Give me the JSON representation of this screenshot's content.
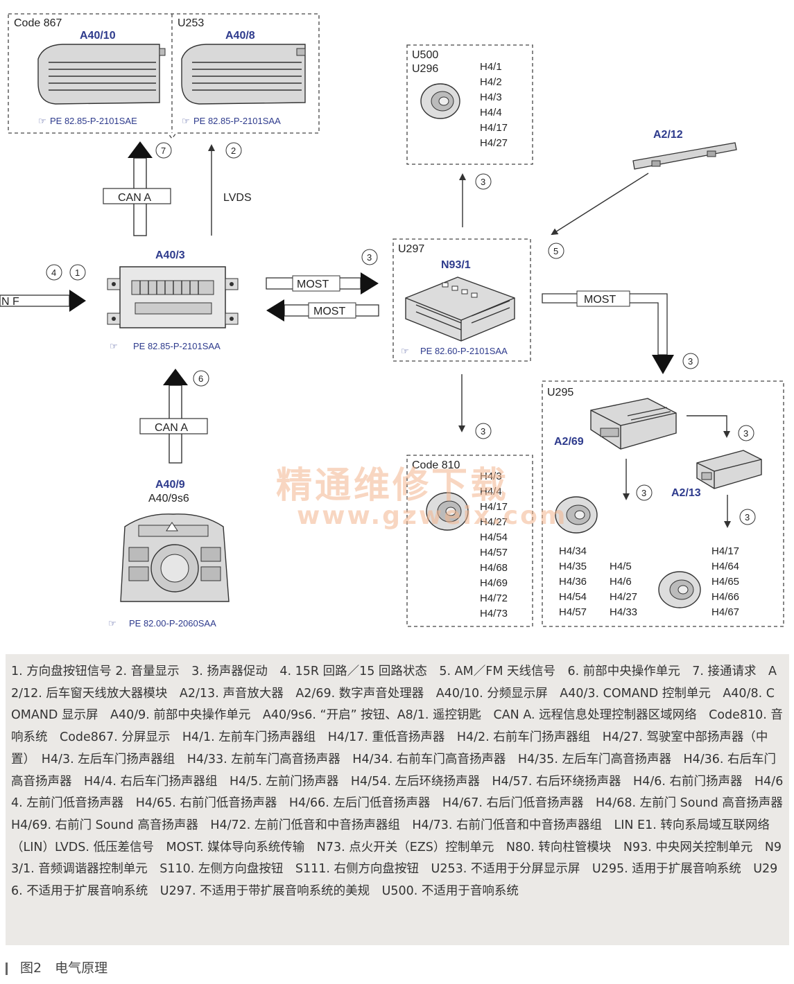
{
  "groups": {
    "code867": "Code 867",
    "u253": "U253",
    "u500": "U500",
    "u296": "U296",
    "u297": "U297",
    "u295": "U295",
    "code810": "Code 810"
  },
  "components": {
    "a40_10": "A40/10",
    "a40_8": "A40/8",
    "a40_3": "A40/3",
    "a40_9": "A40/9",
    "a40_9s6": "A40/9s6",
    "n93_1": "N93/1",
    "a2_12": "A2/12",
    "a2_69": "A2/69",
    "a2_13": "A2/13"
  },
  "refs": {
    "a40_10": "PE 82.85-P-2101SAE",
    "a40_8": "PE 82.85-P-2101SAA",
    "a40_3": "PE 82.85-P-2101SAA",
    "n93_1": "PE 82.60-P-2101SAA",
    "a40_9": "PE 82.00-P-2060SAA"
  },
  "buses": {
    "can_a_top": "CAN A",
    "lvds": "LVDS",
    "can_a_bottom": "CAN A",
    "most_out": "MOST",
    "most_in": "MOST",
    "most_right": "MOST",
    "lin": "N F"
  },
  "numbers": {
    "n7": "7",
    "n2": "2",
    "n4": "4",
    "n1": "1",
    "n3_most": "3",
    "n3_u500": "3",
    "n5": "5",
    "n6": "6",
    "n3_u295": "3",
    "n3_code810": "3",
    "n3_a213": "3",
    "n3_a269": "3",
    "n3_a213b": "3"
  },
  "speaker_lists": {
    "u500": [
      "H4/1",
      "H4/2",
      "H4/3",
      "H4/4",
      "H4/17",
      "H4/27"
    ],
    "code810": [
      "H4/3",
      "H4/4",
      "H4/17",
      "H4/27",
      "H4/54",
      "H4/57",
      "H4/68",
      "H4/69",
      "H4/72",
      "H4/73"
    ],
    "u295_col1": [
      "H4/34",
      "H4/35",
      "H4/36",
      "H4/54",
      "H4/57"
    ],
    "u295_col2": [
      "H4/5",
      "H4/6",
      "H4/27",
      "H4/33"
    ],
    "u295_col3": [
      "H4/17",
      "H4/64",
      "H4/65",
      "H4/66",
      "H4/67"
    ]
  },
  "watermark": {
    "cn": "精通维修下载",
    "url": "www.gzweix.com"
  },
  "legend": "1. 方向盘按钮信号 2. 音量显示　3. 扬声器促动　4. 15R 回路／15 回路状态　5. AM／FM 天线信号　6. 前部中央操作单元　7. 接通请求　A2/12. 后车窗天线放大器模块　A2/13. 声音放大器　A2/69. 数字声音处理器　A40/10. 分频显示屏　A40/3. COMAND 控制单元　A40/8. COMAND 显示屏　A40/9. 前部中央操作单元　A40/9s6. “开启” 按钮、A8/1. 遥控钥匙　CAN A. 远程信息处理控制器区域网络　Code810. 音响系统　Code867. 分屏显示　H4/1. 左前车门扬声器组　H4/17. 重低音扬声器　H4/2. 右前车门扬声器组　H4/27. 驾驶室中部扬声器（中置）　H4/3. 左后车门扬声器组　H4/33. 左前车门高音扬声器　H4/34. 右前车门高音扬声器　H4/35. 左后车门高音扬声器　H4/36. 右后车门高音扬声器　H4/4. 右后车门扬声器组　H4/5. 左前门扬声器　H4/54. 左后环绕扬声器　H4/57. 右后环绕扬声器　H4/6. 右前门扬声器　H4/64. 左前门低音扬声器　H4/65. 右前门低音扬声器　H4/66. 左后门低音扬声器　H4/67. 右后门低音扬声器　H4/68. 左前门 Sound 高音扬声器　H4/69. 右前门 Sound 高音扬声器　H4/72. 左前门低音和中音扬声器组　H4/73. 右前门低音和中音扬声器组　LIN E1. 转向系局域互联网络（LIN）LVDS. 低压差信号　MOST. 媒体导向系统传输　N73. 点火开关（EZS）控制单元　N80. 转向柱管模块　N93. 中央网关控制单元　N93/1. 音频调谐器控制单元　S110. 左侧方向盘按钮　S111. 右侧方向盘按钮　U253. 不适用于分屏显示屏　U295. 适用于扩展音响系统　U296. 不适用于扩展音响系统　U297. 不适用于带扩展音响系统的美规　U500. 不适用于音响系统",
  "caption": "图2　电气原理"
}
